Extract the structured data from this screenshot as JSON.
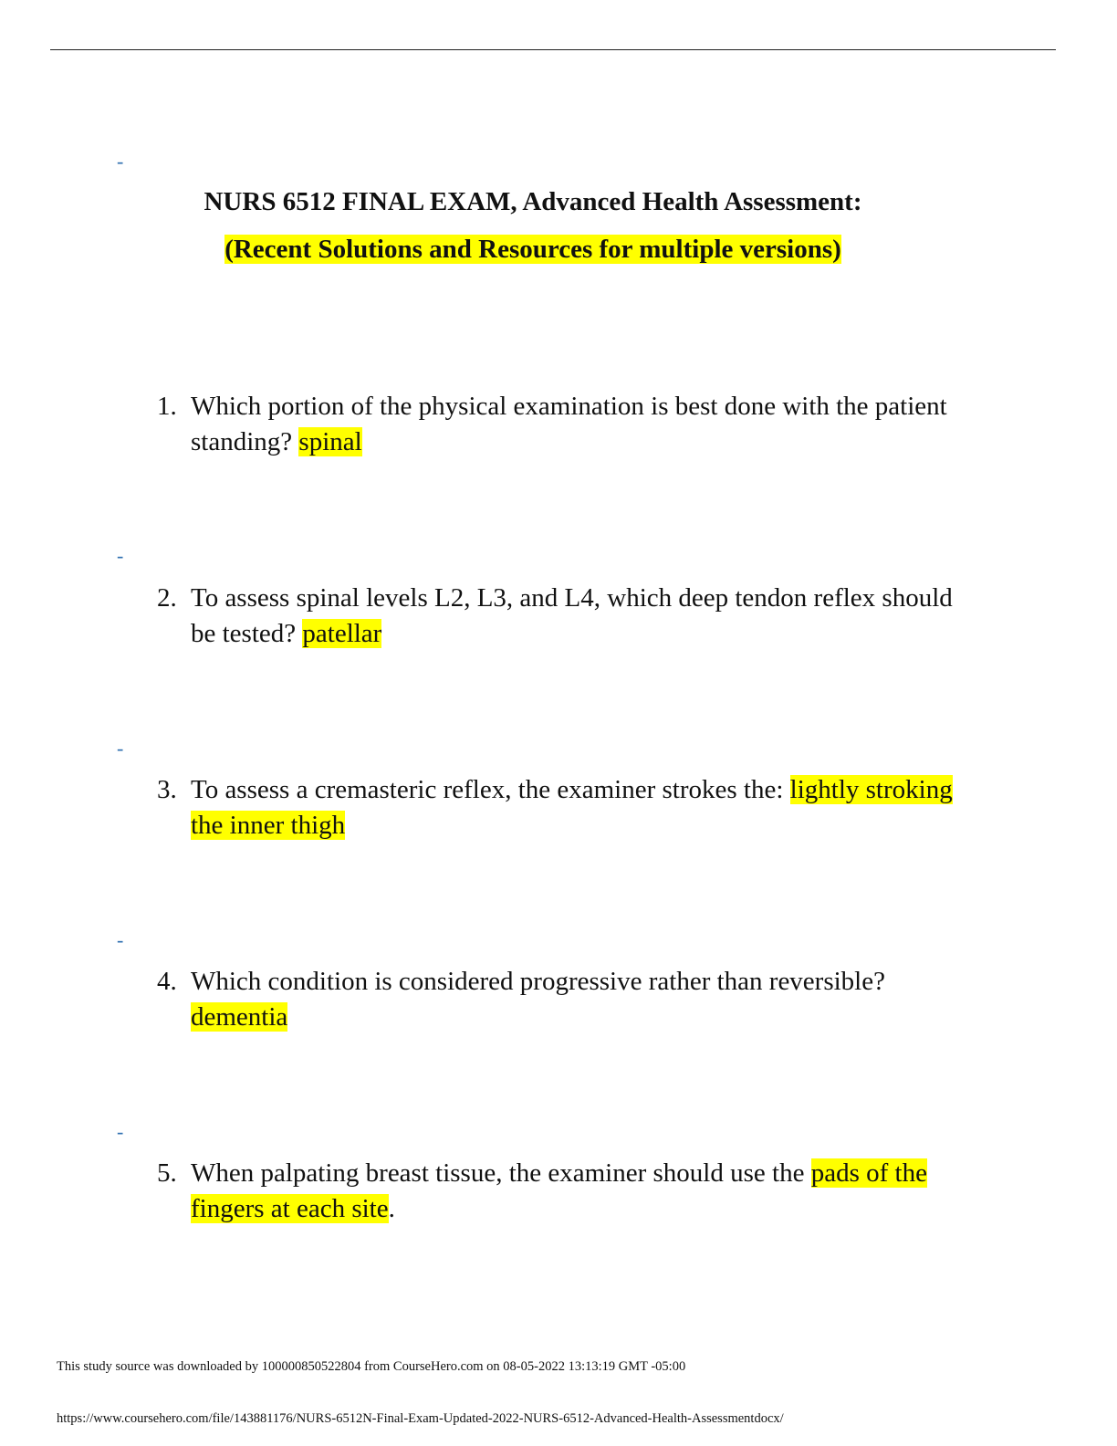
{
  "document": {
    "title_line1": "NURS 6512 FINAL EXAM, Advanced Health Assessment:",
    "title_line2": "(Recent Solutions and Resources for multiple versions)",
    "separator": "-"
  },
  "questions": [
    {
      "number": "1.",
      "text": "Which portion of the physical examination is best done with the patient standing? ",
      "answer": "spinal",
      "trailing": ""
    },
    {
      "number": "2.",
      "text": "To assess spinal levels L2, L3, and L4, which deep tendon reflex should be tested? ",
      "answer": "patellar",
      "trailing": ""
    },
    {
      "number": "3.",
      "text": "To assess a cremasteric reflex, the examiner strokes the: ",
      "answer": "lightly stroking the inner thigh",
      "trailing": ""
    },
    {
      "number": "4.",
      "text": "Which condition is considered progressive rather than reversible? ",
      "answer": "dementia",
      "trailing": ""
    },
    {
      "number": "5.",
      "text": "When palpating breast tissue, the examiner should use the ",
      "answer": "pads of the fingers at each site",
      "trailing": "."
    }
  ],
  "footer": {
    "source_line": "This study source was downloaded by 100000850522804 from CourseHero.com on 08-05-2022 13:13:19 GMT -05:00",
    "url": "https://www.coursehero.com/file/143881176/NURS-6512N-Final-Exam-Updated-2022-NURS-6512-Advanced-Health-Assessmentdocx/"
  },
  "colors": {
    "highlight": "#ffff00",
    "dash": "#2e6fb0"
  }
}
